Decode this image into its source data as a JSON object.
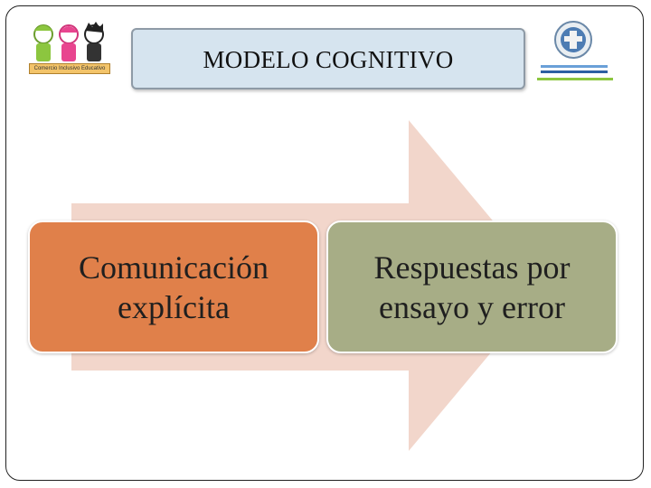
{
  "slide": {
    "title": "MODELO COGNITIVO",
    "logo_left_caption": "Comercio Inclusivo Educativo"
  },
  "process": {
    "steps": [
      {
        "line1": "Comunicación",
        "line2": "explícita"
      },
      {
        "line1": "Respuestas por",
        "line2": "ensayo y error"
      }
    ]
  },
  "colors": {
    "arrow": "#f2d6cb",
    "step1": "#e0804a",
    "step2": "#a7ad86",
    "title_fill": "#d6e4ef"
  },
  "icons": [
    "children-logo-icon",
    "institution-seal-icon"
  ]
}
